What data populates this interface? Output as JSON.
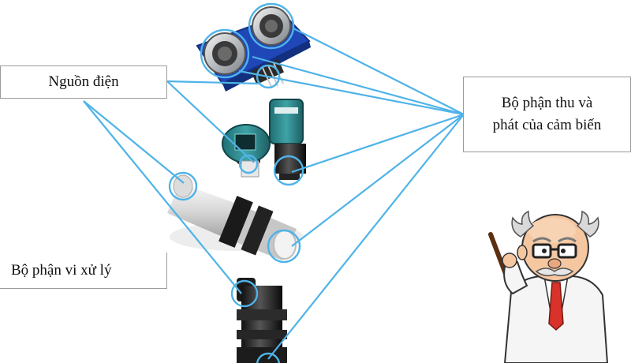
{
  "labels": {
    "power_source": "Nguồn điện",
    "transmitter_receiver_line1": "Bộ phận thu và",
    "transmitter_receiver_line2": "phát của cảm biến",
    "processor": "Bộ phận vi xử lý"
  },
  "colors": {
    "connector_line": "#4fb3e8",
    "highlight_circle": "#4fb3e8",
    "box_border": "#9a9a9a"
  },
  "icons": [
    "ultrasonic-module-hc-sr04",
    "industrial-ultrasonic-level-sensor",
    "cylindrical-ultrasonic-sensor",
    "black-cylindrical-sensor",
    "professor-cartoon-pointer"
  ]
}
